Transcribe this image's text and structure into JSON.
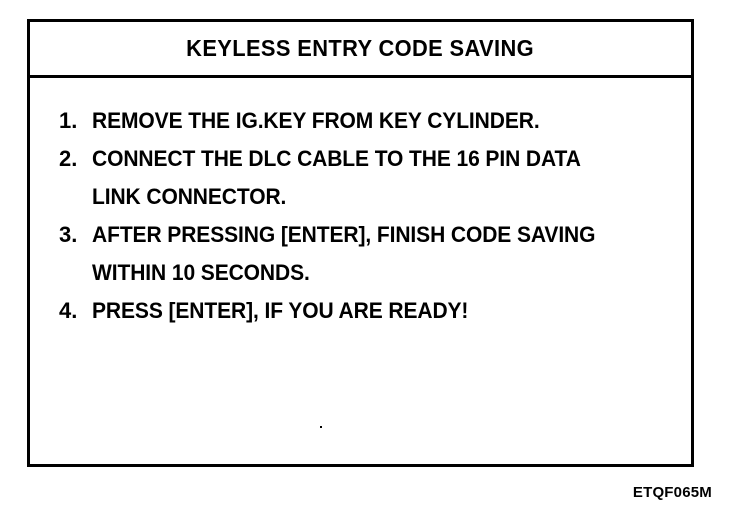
{
  "panel": {
    "title": "KEYLESS ENTRY CODE SAVING",
    "steps": [
      {
        "number": "1.",
        "lines": [
          "REMOVE THE IG.KEY FROM KEY CYLINDER."
        ]
      },
      {
        "number": "2.",
        "lines": [
          "CONNECT THE DLC CABLE TO THE 16 PIN DATA",
          "LINK CONNECTOR."
        ]
      },
      {
        "number": "3.",
        "lines": [
          "AFTER PRESSING [ENTER], FINISH CODE SAVING",
          "WITHIN 10 SECONDS."
        ]
      },
      {
        "number": "4.",
        "lines": [
          "PRESS [ENTER], IF YOU ARE READY!"
        ]
      }
    ]
  },
  "figure_caption": "ETQF065M",
  "colors": {
    "ink": "#000000",
    "paper": "#ffffff"
  }
}
